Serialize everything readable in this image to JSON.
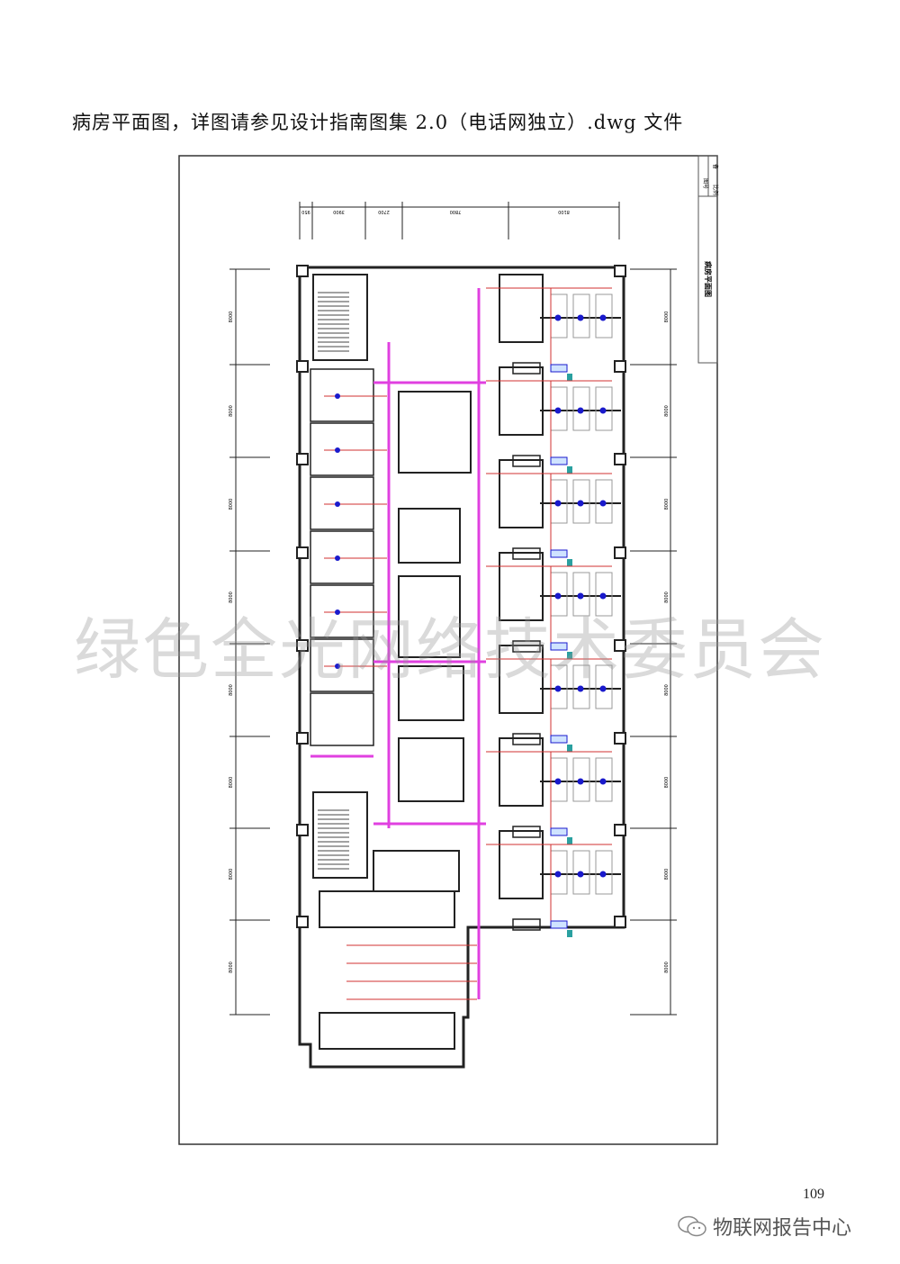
{
  "caption": "病房平面图，详图请参见设计指南图集 2.0（电话网独立）.dwg 文件",
  "drawing": {
    "title_block": {
      "drawing_name": "病房平面图",
      "label_a": "图号",
      "label_b": "比例",
      "label_c": "备"
    },
    "top_dimensions": [
      "950",
      "3900",
      "2700",
      "7800",
      "8100"
    ],
    "side_dimensions": [
      "8000",
      "8000",
      "8000",
      "8000",
      "8000",
      "8000",
      "8000",
      "8000"
    ],
    "colors": {
      "fiber_trunk": "#e040e0",
      "cable": "#d03030",
      "device": "#1a1acc",
      "outlet": "#2aa0a0",
      "wall": "#222222"
    }
  },
  "watermark": "绿色全光网络技术委员会",
  "page_number": "109",
  "footer_brand": {
    "icon": "wechat-icon",
    "text": "物联网报告中心"
  }
}
